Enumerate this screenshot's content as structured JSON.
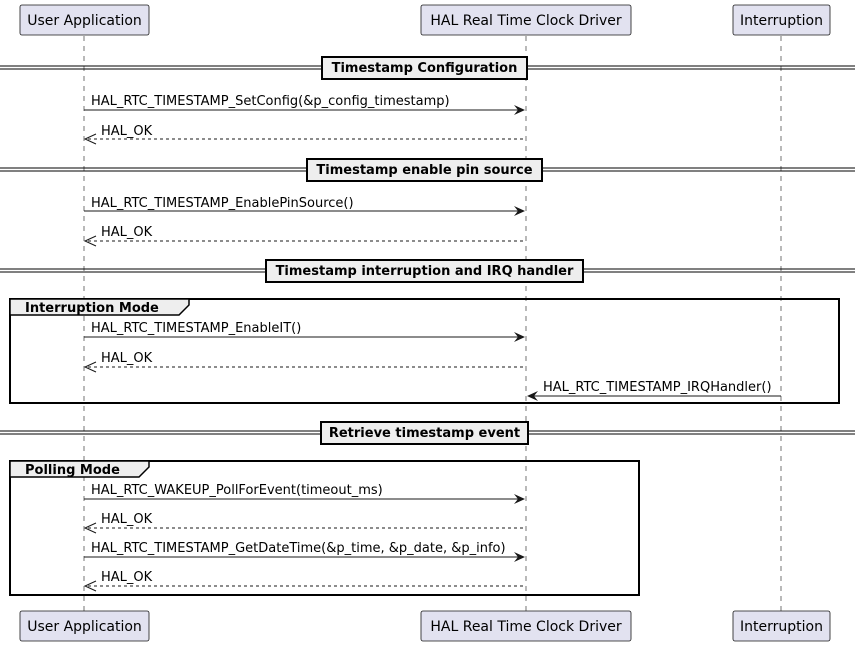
{
  "participants": [
    {
      "id": "app",
      "name": "User Application"
    },
    {
      "id": "hal",
      "name": "HAL Real Time Clock Driver"
    },
    {
      "id": "irq",
      "name": "Interruption"
    }
  ],
  "dividers": [
    {
      "id": "div1",
      "label": "Timestamp Configuration"
    },
    {
      "id": "div2",
      "label": "Timestamp enable pin source"
    },
    {
      "id": "div3",
      "label": "Timestamp interruption and IRQ handler"
    },
    {
      "id": "div4",
      "label": "Retrieve timestamp event"
    }
  ],
  "groups": [
    {
      "id": "grp1",
      "label": "Interruption Mode"
    },
    {
      "id": "grp2",
      "label": "Polling Mode"
    }
  ],
  "messages": [
    {
      "id": "m1",
      "from": "app",
      "to": "hal",
      "label": "HAL_RTC_TIMESTAMP_SetConfig(&p_config_timestamp)",
      "kind": "call"
    },
    {
      "id": "m2",
      "from": "hal",
      "to": "app",
      "label": "HAL_OK",
      "kind": "reply"
    },
    {
      "id": "m3",
      "from": "app",
      "to": "hal",
      "label": "HAL_RTC_TIMESTAMP_EnablePinSource()",
      "kind": "call"
    },
    {
      "id": "m4",
      "from": "hal",
      "to": "app",
      "label": "HAL_OK",
      "kind": "reply"
    },
    {
      "id": "m5",
      "from": "app",
      "to": "hal",
      "label": "HAL_RTC_TIMESTAMP_EnableIT()",
      "kind": "call"
    },
    {
      "id": "m6",
      "from": "hal",
      "to": "app",
      "label": "HAL_OK",
      "kind": "reply"
    },
    {
      "id": "m7",
      "from": "irq",
      "to": "hal",
      "label": "HAL_RTC_TIMESTAMP_IRQHandler()",
      "kind": "call"
    },
    {
      "id": "m8",
      "from": "app",
      "to": "hal",
      "label": "HAL_RTC_WAKEUP_PollForEvent(timeout_ms)",
      "kind": "call"
    },
    {
      "id": "m9",
      "from": "hal",
      "to": "app",
      "label": "HAL_OK",
      "kind": "reply"
    },
    {
      "id": "m10",
      "from": "app",
      "to": "hal",
      "label": "HAL_RTC_TIMESTAMP_GetDateTime(&p_time, &p_date, &p_info)",
      "kind": "call"
    },
    {
      "id": "m11",
      "from": "hal",
      "to": "app",
      "label": "HAL_OK",
      "kind": "reply"
    }
  ],
  "colors": {
    "participant_fill": "#e2e2f0",
    "divider_fill": "#eeeeee",
    "line": "#181818"
  }
}
